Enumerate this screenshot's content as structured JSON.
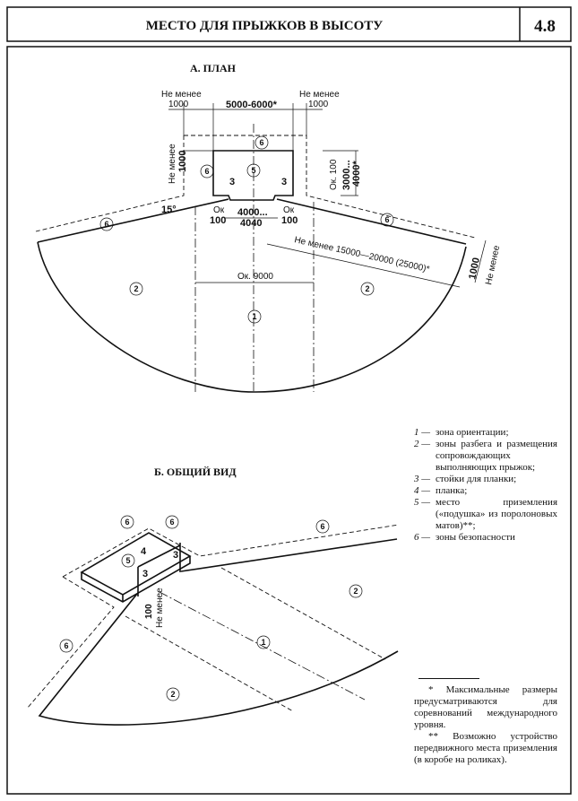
{
  "header": {
    "title": "МЕСТО ДЛЯ ПРЫЖКОВ В ВЫСОТУ",
    "number": "4.8"
  },
  "plan": {
    "title": "А. ПЛАН",
    "dims": {
      "not_less": "Не менее",
      "d1000": "1000",
      "width": "5000-6000*",
      "approx100": "Ок. 100",
      "depth": "3000...",
      "depth2": "4000*",
      "ok": "Ок",
      "ok100": "100",
      "bar_len": "4000...",
      "bar_len2": "4040",
      "angle": "15°",
      "runway": "Не менее 15000—20000 (25000)*",
      "zone_width": "Ок. 9000"
    }
  },
  "view": {
    "title": "Б. ОБЩИЙ ВИД",
    "d100": "100",
    "not_less": "Не менее"
  },
  "zone_numbers": [
    "1",
    "2",
    "3",
    "4",
    "5",
    "6"
  ],
  "legend": [
    {
      "num": "1 —",
      "text": "зона ориентации;"
    },
    {
      "num": "2 —",
      "text": "зоны разбега и размещения сопровождающих выполняющих прыжок;"
    },
    {
      "num": "3 —",
      "text": "стойки для планки;"
    },
    {
      "num": "4 —",
      "text": "планка;"
    },
    {
      "num": "5 —",
      "text": "место приземления («подушка» из поролоновых матов)**;"
    },
    {
      "num": "6 —",
      "text": "зоны безопасности"
    }
  ],
  "notes": [
    "* Максимальные размеры предусматриваются для соревнований международного уровня.",
    "** Возможно устройство передвижного места приземления (в коробе на роликах)."
  ]
}
